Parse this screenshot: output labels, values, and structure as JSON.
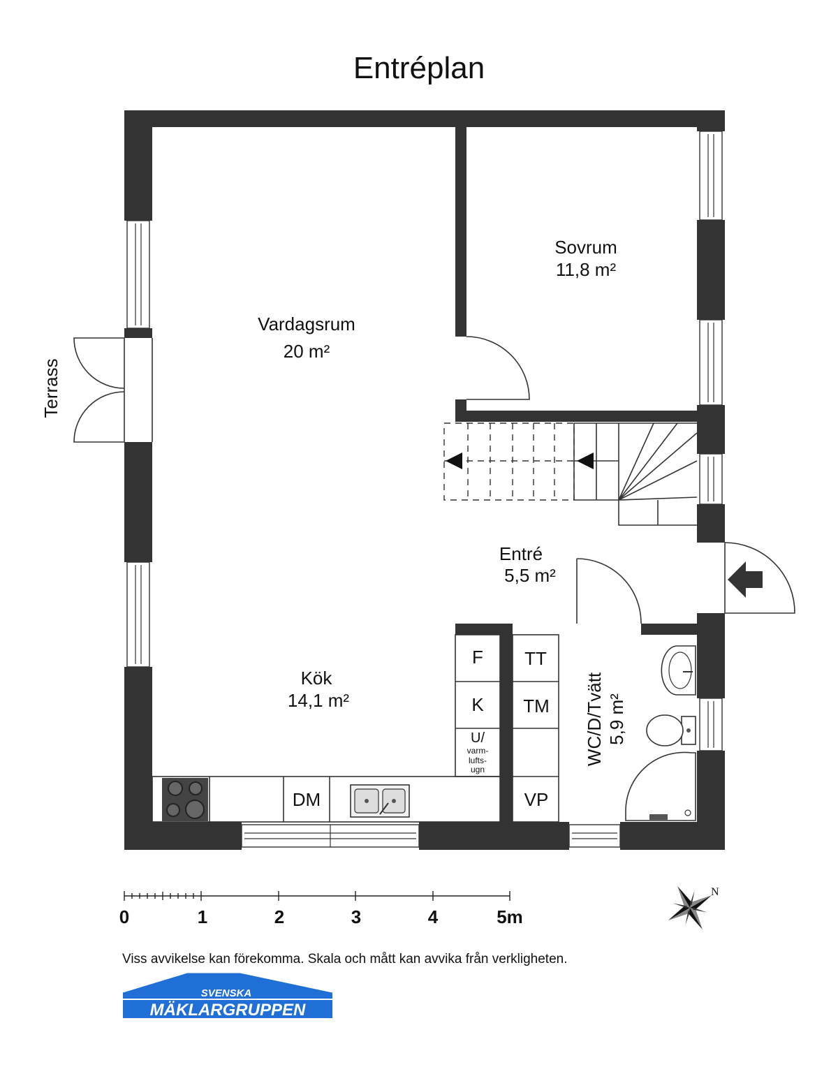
{
  "title": "Entréplan",
  "rooms": {
    "vardagsrum": {
      "name": "Vardagsrum",
      "area": "20 m²"
    },
    "sovrum": {
      "name": "Sovrum",
      "area": "11,8 m²"
    },
    "entre": {
      "name": "Entré",
      "area": "5,5 m²"
    },
    "kok": {
      "name": "Kök",
      "area": "14,1 m²"
    },
    "wc": {
      "name": "WC/D/Tvätt",
      "area": "5,9 m²"
    },
    "terrass": {
      "name": "Terrass"
    }
  },
  "appliances": {
    "f": "F",
    "k": "K",
    "u": "U/",
    "u_line2": "varm-",
    "u_line3": "lufts-",
    "u_line4": "ugn",
    "tt": "TT",
    "tm": "TM",
    "vp": "VP",
    "dm": "DM"
  },
  "scale": {
    "labels": [
      "0",
      "1",
      "2",
      "3",
      "4",
      "5m"
    ]
  },
  "compass": {
    "label": "N"
  },
  "disclaimer": "Viss avvikelse kan förekomma. Skala och mått kan avvika från verkligheten.",
  "logo": {
    "line1": "SVENSKA",
    "line2": "MÄKLARGRUPPEN",
    "color": "#1f6fd6"
  },
  "colors": {
    "wall": "#333333",
    "background": "#ffffff"
  }
}
